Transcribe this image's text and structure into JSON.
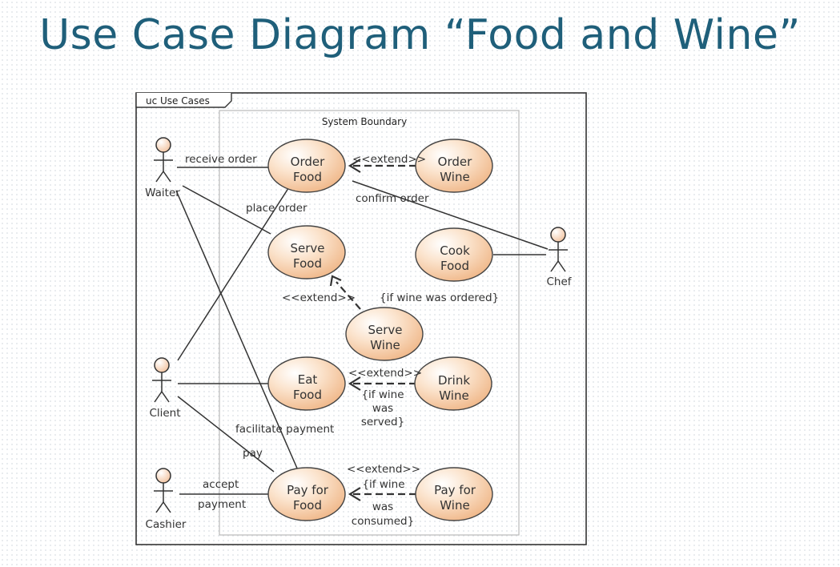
{
  "title": "Use Case Diagram “Food and Wine”",
  "frame_label": "uc Use Cases",
  "system_boundary": "System Boundary",
  "colors": {
    "title": "#1f5f7a",
    "usecase_fill": "#f4c49c",
    "line": "#333333"
  },
  "actors": {
    "waiter": "Waiter",
    "client": "Client",
    "cashier": "Cashier",
    "chef": "Chef"
  },
  "use_cases": {
    "order_food": [
      "Order",
      "Food"
    ],
    "order_wine": [
      "Order",
      "Wine"
    ],
    "serve_food": [
      "Serve",
      "Food"
    ],
    "cook_food": [
      "Cook",
      "Food"
    ],
    "serve_wine": [
      "Serve",
      "Wine"
    ],
    "eat_food": [
      "Eat",
      "Food"
    ],
    "drink_wine": [
      "Drink",
      "Wine"
    ],
    "pay_food": [
      "Pay for",
      "Food"
    ],
    "pay_wine": [
      "Pay for",
      "Wine"
    ]
  },
  "labels": {
    "receive_order": "receive order",
    "place_order": "place order",
    "confirm_order": "confirm order",
    "facilitate_payment": "facilitate payment",
    "pay": "pay",
    "accept": "accept",
    "payment": "payment",
    "extend": "<<extend>>",
    "cond_wine_ordered": "{if wine was ordered}",
    "cond_wine_served": [
      "{if wine",
      "was",
      "served}"
    ],
    "cond_wine_consumed": [
      "{if wine",
      "was",
      "consumed}"
    ]
  }
}
